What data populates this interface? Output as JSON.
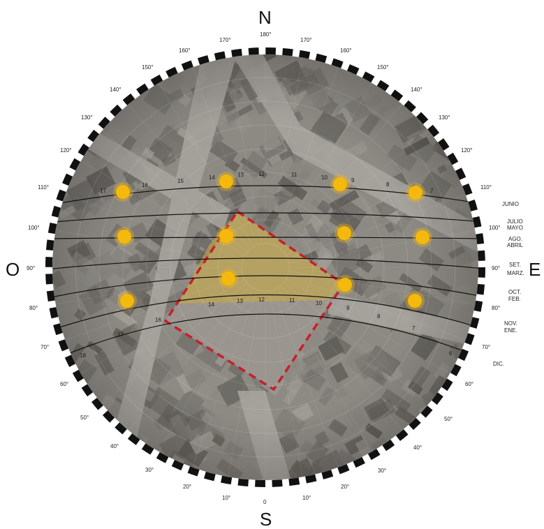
{
  "cardinals": {
    "north": "N",
    "south": "S",
    "west": "O",
    "east": "E"
  },
  "degree_labels": {
    "top": [
      "180°",
      "170°",
      "170°",
      "160°",
      "160°",
      "150°",
      "150°",
      "140°",
      "140°",
      "130°",
      "130°",
      "120°",
      "120°"
    ],
    "left": [
      "110°",
      "100°",
      "90°",
      "80°",
      "70°",
      "60°",
      "50°",
      "40°",
      "30°",
      "20°",
      "10°"
    ],
    "right": [
      "110°",
      "100°",
      "90°",
      "80°",
      "70°",
      "60°",
      "50°",
      "40°",
      "30°",
      "20°",
      "10°"
    ],
    "bottom": "0"
  },
  "months": [
    "JUNIO",
    "JULIO",
    "MAYO",
    "AGO.",
    "ABRIL",
    "SET.",
    "MARZ.",
    "OCT.",
    "FEB.",
    "NOV.",
    "ENE.",
    "DIC."
  ],
  "hour_labels": {
    "junio": [
      "17",
      "16",
      "15",
      "14",
      "13",
      "12",
      "11",
      "10",
      "9",
      "8",
      "7"
    ],
    "marzo": [
      "16",
      "14",
      "13",
      "12",
      "11",
      "10",
      "9",
      "8"
    ],
    "dic": [
      "18",
      "17",
      "7",
      "6"
    ]
  },
  "colors": {
    "sun": "#f5b80c",
    "plaza_fill": "#c8a844",
    "plaza_border": "#c8202a",
    "ring_dark": "#111111",
    "map_base": "#8d8a84"
  }
}
